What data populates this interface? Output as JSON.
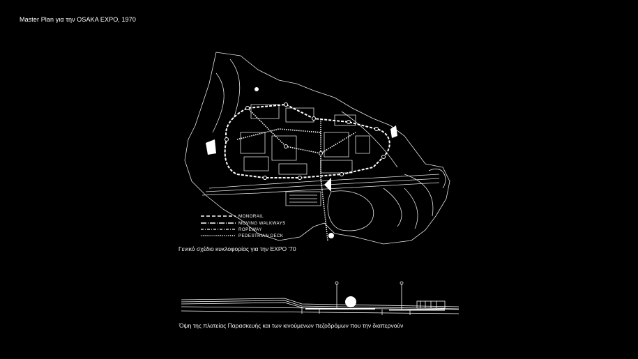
{
  "slide": {
    "title": "Master Plan για την OSAKA EXPO, 1970"
  },
  "plan_figure": {
    "legend": [
      {
        "label": "MONORAIL",
        "style": "dashed"
      },
      {
        "label": "MOVING WALKWAYS",
        "style": "long-dash-dot"
      },
      {
        "label": "ROPEWAY",
        "style": "dash-dot"
      },
      {
        "label": "PEDESTRIAN DECK",
        "style": "dotted"
      }
    ],
    "caption": "Γενικό σχέδιο κυκλοφορίας για την EXPO '70"
  },
  "section_figure": {
    "caption": "Όψη της πλατείας Παρασκευής και των κινούμενων πεζοδρόμων που την διαπερνούν"
  },
  "colors": {
    "background": "#000000",
    "lines": "#ffffff"
  }
}
